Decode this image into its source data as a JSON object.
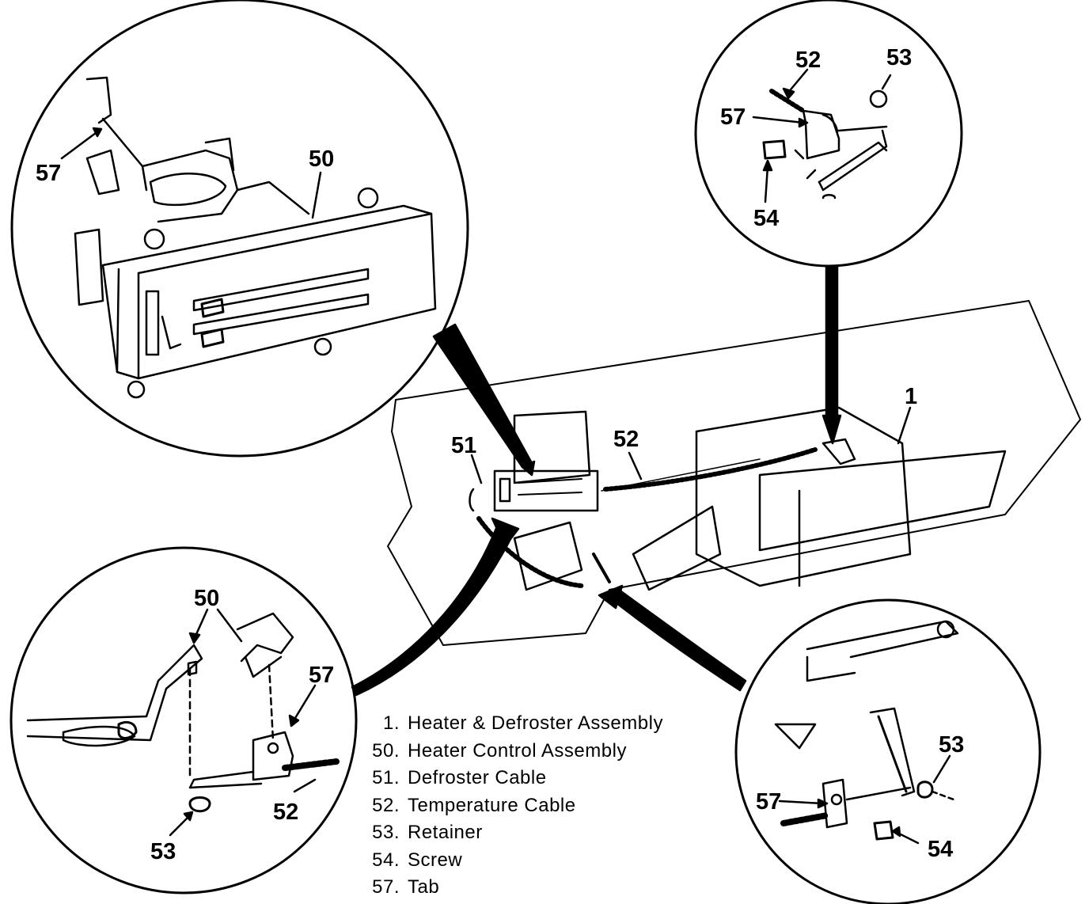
{
  "legend": [
    {
      "num": "1.",
      "label": "Heater & Defroster Assembly"
    },
    {
      "num": "50.",
      "label": "Heater Control Assembly"
    },
    {
      "num": "51.",
      "label": "Defroster Cable"
    },
    {
      "num": "52.",
      "label": "Temperature Cable"
    },
    {
      "num": "53.",
      "label": "Retainer"
    },
    {
      "num": "54.",
      "label": "Screw"
    },
    {
      "num": "57.",
      "label": "Tab"
    }
  ],
  "callouts": {
    "top_left": [
      "57",
      "50"
    ],
    "top_right": [
      "52",
      "53",
      "57",
      "54"
    ],
    "main": [
      "51",
      "52",
      "1"
    ],
    "bottom_left": [
      "50",
      "57",
      "52",
      "53"
    ],
    "bottom_right": [
      "53",
      "57",
      "54"
    ]
  }
}
